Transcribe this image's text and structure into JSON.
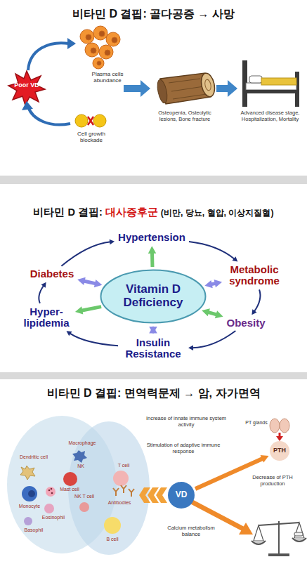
{
  "diagram": {
    "nodes": [
      {
        "text": [
          "비타민 D 결핍: 골다공증 → 사망"
        ]
      },
      {
        "text": [
          "비타민 D 결핍:",
          "대사증후군",
          "(비만, 당뇨, 혈압, 이상지질혈)"
        ]
      },
      {
        "text": [
          "Vitamin D Deficiency"
        ],
        "in": 1
      },
      {
        "text": [
          "Hypertension"
        ],
        "in": 1
      },
      {
        "text": [
          "Metabolic syndrome"
        ],
        "in": 1
      },
      {
        "text": [
          "Obesity"
        ],
        "in": 1
      },
      {
        "text": [
          "Insulin Resistance"
        ],
        "in": 1
      },
      {
        "text": [
          "Hyper- lipidemia"
        ],
        "in": 1
      },
      {
        "text": [
          "Diabetes"
        ],
        "in": 1
      },
      {
        "text": [
          "비타민 D 결핍: 면역력문제 → 암, 자가면역"
        ]
      },
      {
        "text": [
          "VD"
        ],
        "in": 9
      },
      {
        "text": [
          "PTH"
        ],
        "in": 9
      }
    ],
    "edges": [
      {
        "from": 2,
        "to": 3,
        "arrow": "to"
      },
      {
        "from": 2,
        "to": 4,
        "arrow": "both"
      },
      {
        "from": 2,
        "to": 5,
        "arrow": "both"
      },
      {
        "from": 2,
        "to": 6,
        "arrow": "both"
      },
      {
        "from": 2,
        "to": 7,
        "arrow": "to"
      },
      {
        "from": 2,
        "to": 8,
        "arrow": "both"
      },
      {
        "from": 8,
        "to": 3,
        "arrow": "to"
      },
      {
        "from": 3,
        "to": 4,
        "arrow": "to"
      },
      {
        "from": 4,
        "to": 5,
        "arrow": "to"
      },
      {
        "from": 5,
        "to": 6,
        "arrow": "to"
      },
      {
        "from": 6,
        "to": 7,
        "arrow": "to"
      },
      {
        "from": 7,
        "to": 8,
        "arrow": "to"
      },
      {
        "from": 10,
        "to": 11,
        "arrow": "to"
      }
    ],
    "labels": [
      "Poor VD",
      "Plasma cells abundance",
      "Cell growth blockade",
      "Osteopenia, Osteolytic lesions, Bone fracture",
      "Advanced disease stage, Hospitalization, Mortality",
      "Macrophage",
      "Dendritic cell",
      "NK",
      "Mast cell",
      "Monocyte",
      "Eosinophil",
      "Basophil",
      "T cell",
      "NK T cell",
      "Antibodies",
      "B cell",
      "Increase of innate immune system activity",
      "Stimulation of adaptive immune response",
      "PT glands",
      "Decrease of PTH production",
      "Calcium metabolism balance"
    ]
  }
}
